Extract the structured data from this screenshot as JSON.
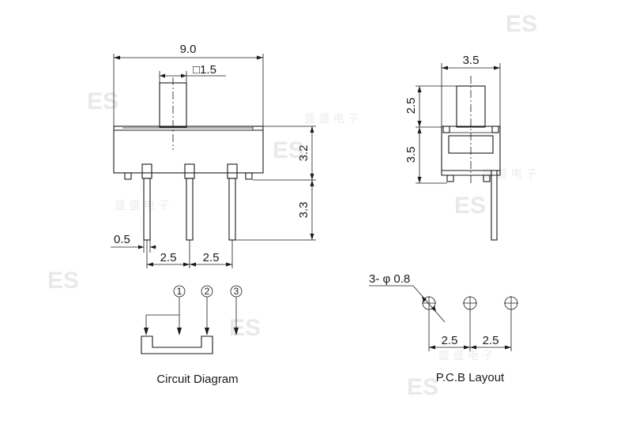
{
  "watermark": {
    "logo": "ES",
    "text": "盛 盛 电 子"
  },
  "front_view": {
    "dim_width": "9.0",
    "dim_actuator": "□1.5",
    "dim_body_height": "3.2",
    "dim_pin_length": "3.3",
    "dim_pin_width": "0.5",
    "dim_pitch_left": "2.5",
    "dim_pitch_right": "2.5"
  },
  "side_view": {
    "dim_width": "3.5",
    "dim_actuator_height": "2.5",
    "dim_body_height": "3.5"
  },
  "circuit_diagram": {
    "title": "Circuit Diagram",
    "terminals": [
      "1",
      "2",
      "3"
    ]
  },
  "pcb_layout": {
    "title": "P.C.B Layout",
    "hole_spec": "3- φ 0.8",
    "pitch_left": "2.5",
    "pitch_right": "2.5"
  }
}
